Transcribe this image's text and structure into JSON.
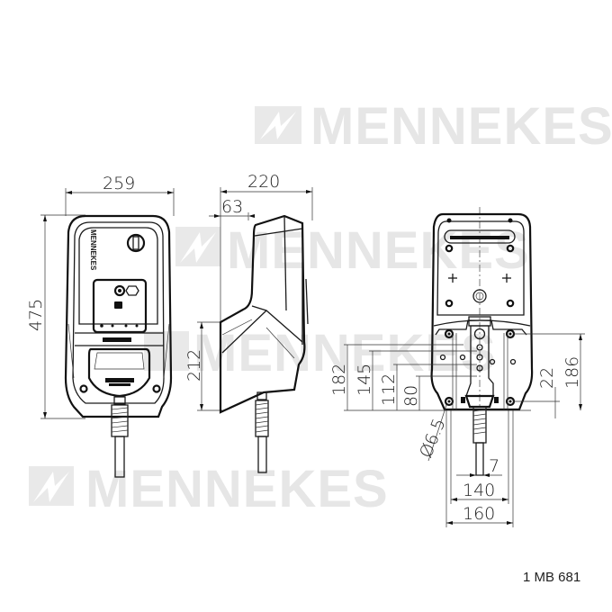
{
  "drawing": {
    "title": "MENNEKES wallbox dimension drawing",
    "watermark_text": "MENNEKES",
    "drawing_number": "1 MB 681",
    "colors": {
      "line": "#1a1a1a",
      "watermark": "#e6e6e6",
      "background": "#ffffff"
    }
  },
  "front_view": {
    "width_dim": "259",
    "height_dim": "475",
    "brand_label": "MENNEKES"
  },
  "side_view": {
    "depth_dim": "220",
    "top_offset_dim": "63",
    "lower_height_dim": "212"
  },
  "rear_view": {
    "dims_left": [
      "182",
      "145",
      "112",
      "80"
    ],
    "dims_right": [
      "22",
      "186"
    ],
    "hole_diameter": "Ø6.5",
    "cable_width": "7",
    "hole_spacing": "140",
    "base_width": "160"
  }
}
